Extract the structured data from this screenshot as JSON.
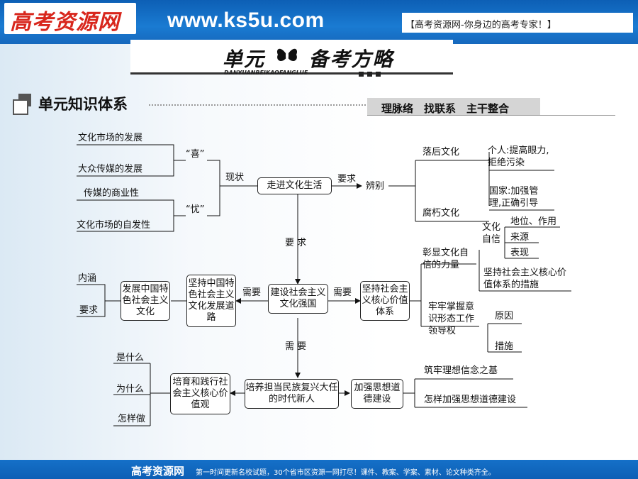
{
  "header": {
    "logo": "高考资源网",
    "site": "www.ks5u.com",
    "slogan": "【高考资源网-你身边的高考专家！】"
  },
  "banner": {
    "title_left": "单元",
    "title_right": "备考方略",
    "subtitle": "DANYUANBEIKAOFANGLUE"
  },
  "section": {
    "title": "单元知识体系",
    "tag": "理脉络　找联系　主干整合"
  },
  "diagram": {
    "t1": "文化市场的发展",
    "t2": "大众传媒的发展",
    "t3": "传媒的商业性",
    "t4": "文化市场的自发性",
    "xi": "“喜”",
    "you": "“忧”",
    "xianzhuang": "现状",
    "center_top": "走进文化生活",
    "yaoqiu1": "要求",
    "bianbie": "辨别",
    "luohou": "落后文化",
    "fuxiu": "腐朽文化",
    "geren": "个人:提高眼力,拒绝污染",
    "guojia": "国家:加强管理,正确引导",
    "yaoqiu2": "要 求",
    "center_mid": "建设社会主义文化强国",
    "xuyao_left": "需要",
    "xuyao_right": "需要",
    "xuyao_down": "需 要",
    "jianchi_zg": "坚持中国特色社会主义文化发展道路",
    "fazhan_zg": "发展中国特色社会主义文化",
    "neihan": "内涵",
    "yaoqiu3": "要求",
    "jianchi_hx": "坚持社会主义核心价值体系",
    "zhangxian": "彰显文化自信的力量",
    "wenhua_zixin": "文化自信",
    "diwei": "地位、作用",
    "laiyuan": "来源",
    "biaoxian": "表现",
    "jianchi_hx2": "坚持社会主义核心价值体系的措施",
    "laolao_yishi": "牢牢掌握意识形态工作领导权",
    "yuanyin": "原因",
    "cuoshi": "措施",
    "peiyang": "培养担当民族复兴大任的时代新人",
    "jiaqiang": "加强思想道德建设",
    "zhulao": "筑牢理想信念之基",
    "zenyang_jq": "怎样加强思想道德建设",
    "peiyu": "培育和践行社会主义核心价值观",
    "shishenme": "是什么",
    "weishenme": "为什么",
    "zenyangzuo": "怎样做"
  },
  "footer": {
    "brand": "高考资源网",
    "text": "第一时间更新名校试题，30个省市区资源一网打尽！课件、教案、学案、素材、论文种类齐全。"
  }
}
